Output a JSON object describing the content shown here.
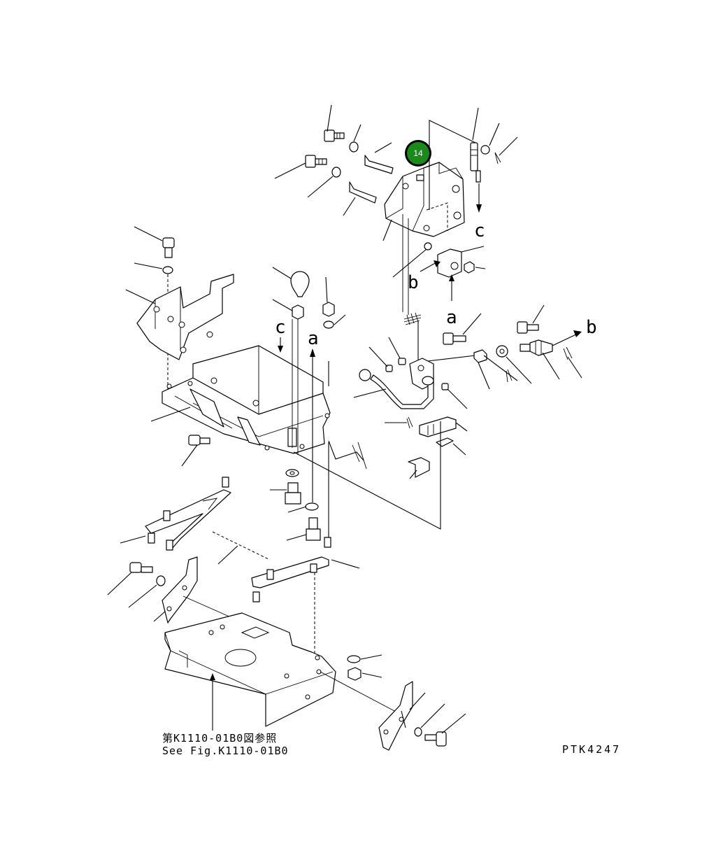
{
  "colors": {
    "badge_fill": "#1a8a1a",
    "badge_ring": "#000000",
    "line": "#000000",
    "background": "#ffffff"
  },
  "callout": {
    "number": "14"
  },
  "arrow_labels": {
    "c_top": "c",
    "b_left": "b",
    "a_mid": "a",
    "b_right": "b",
    "c_mid": "c",
    "a_center": "a"
  },
  "reference_note": {
    "line1": "第K1110-01B0図参照",
    "line2": "See Fig.K1110-01B0"
  },
  "drawing_code": "PTK4247"
}
